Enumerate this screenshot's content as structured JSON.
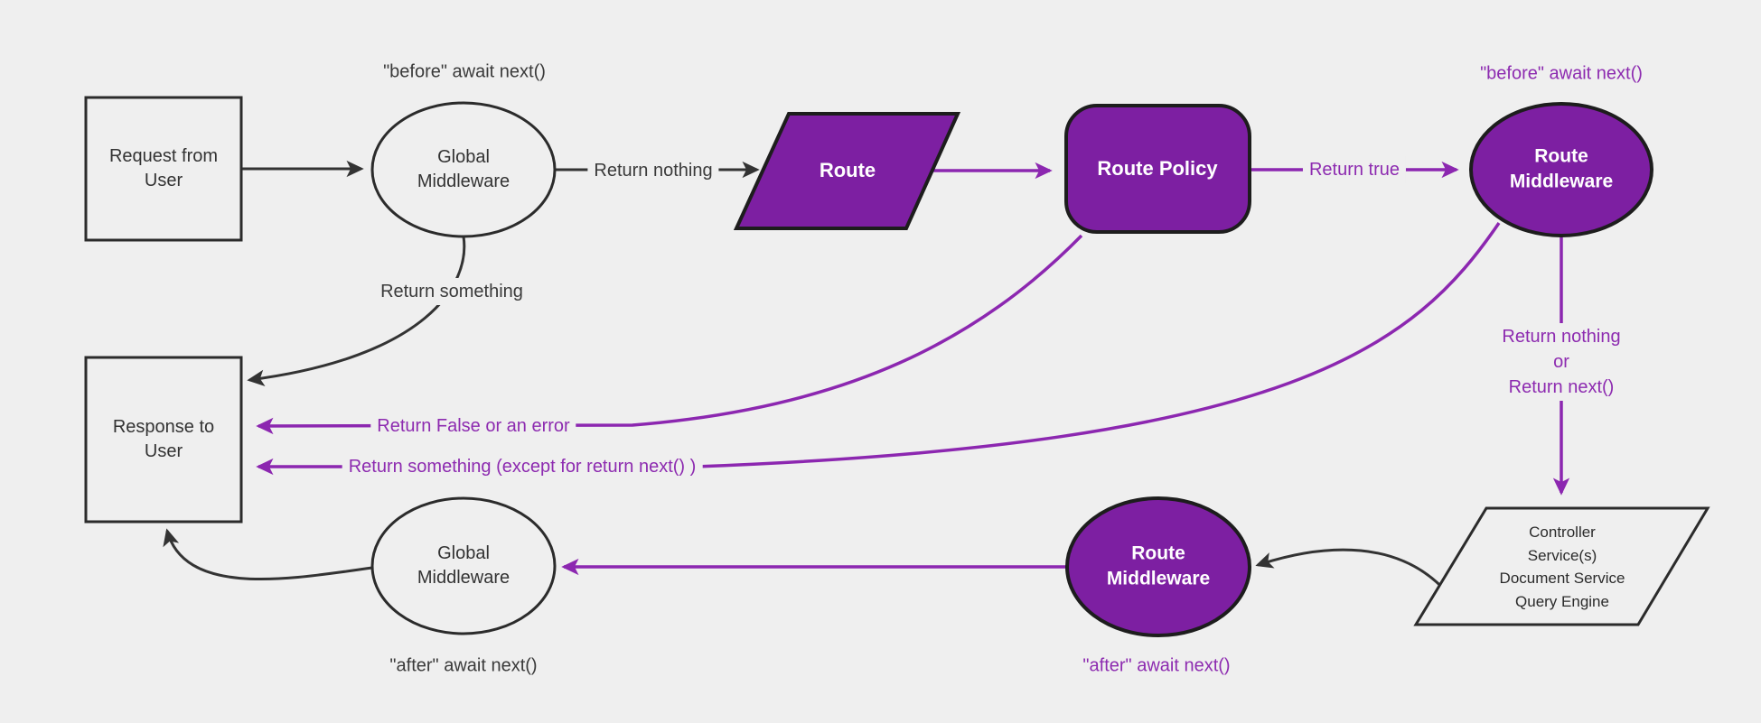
{
  "colors": {
    "background": "#efefef",
    "purple_fill": "#7d1fa2",
    "purple_stroke": "#8c27b0",
    "purple_text": "#8d2bb0",
    "black_stroke": "#333333",
    "node_border": "#2b2b2b",
    "white_text": "#ffffff"
  },
  "nodes": {
    "request": {
      "label": "Request from User"
    },
    "global_middleware_top": {
      "label": "Global Middleware"
    },
    "route": {
      "label": "Route"
    },
    "route_policy": {
      "label": "Route Policy"
    },
    "route_middleware_top": {
      "label": "Route Middleware"
    },
    "controller": {
      "lines": [
        "Controller",
        "Service(s)",
        "Document Service",
        "Query Engine"
      ]
    },
    "route_middleware_bottom": {
      "label": "Route Middleware"
    },
    "global_middleware_bottom": {
      "label": "Global Middleware"
    },
    "response": {
      "label": "Response to User"
    }
  },
  "edge_labels": {
    "return_nothing": "Return nothing",
    "return_true": "Return true",
    "return_nothing_or": {
      "line1": "Return nothing",
      "line2": "or",
      "line3": "Return next()"
    },
    "return_something": "Return something",
    "return_false_or_error": "Return False or an error",
    "return_something_except": "Return something (except for return next() )"
  },
  "annotations": {
    "before_await_global": "\"before\" await next()",
    "before_await_route": "\"before\" await next()",
    "after_await_route": "\"after\" await next()",
    "after_await_global": "\"after\" await next()"
  }
}
